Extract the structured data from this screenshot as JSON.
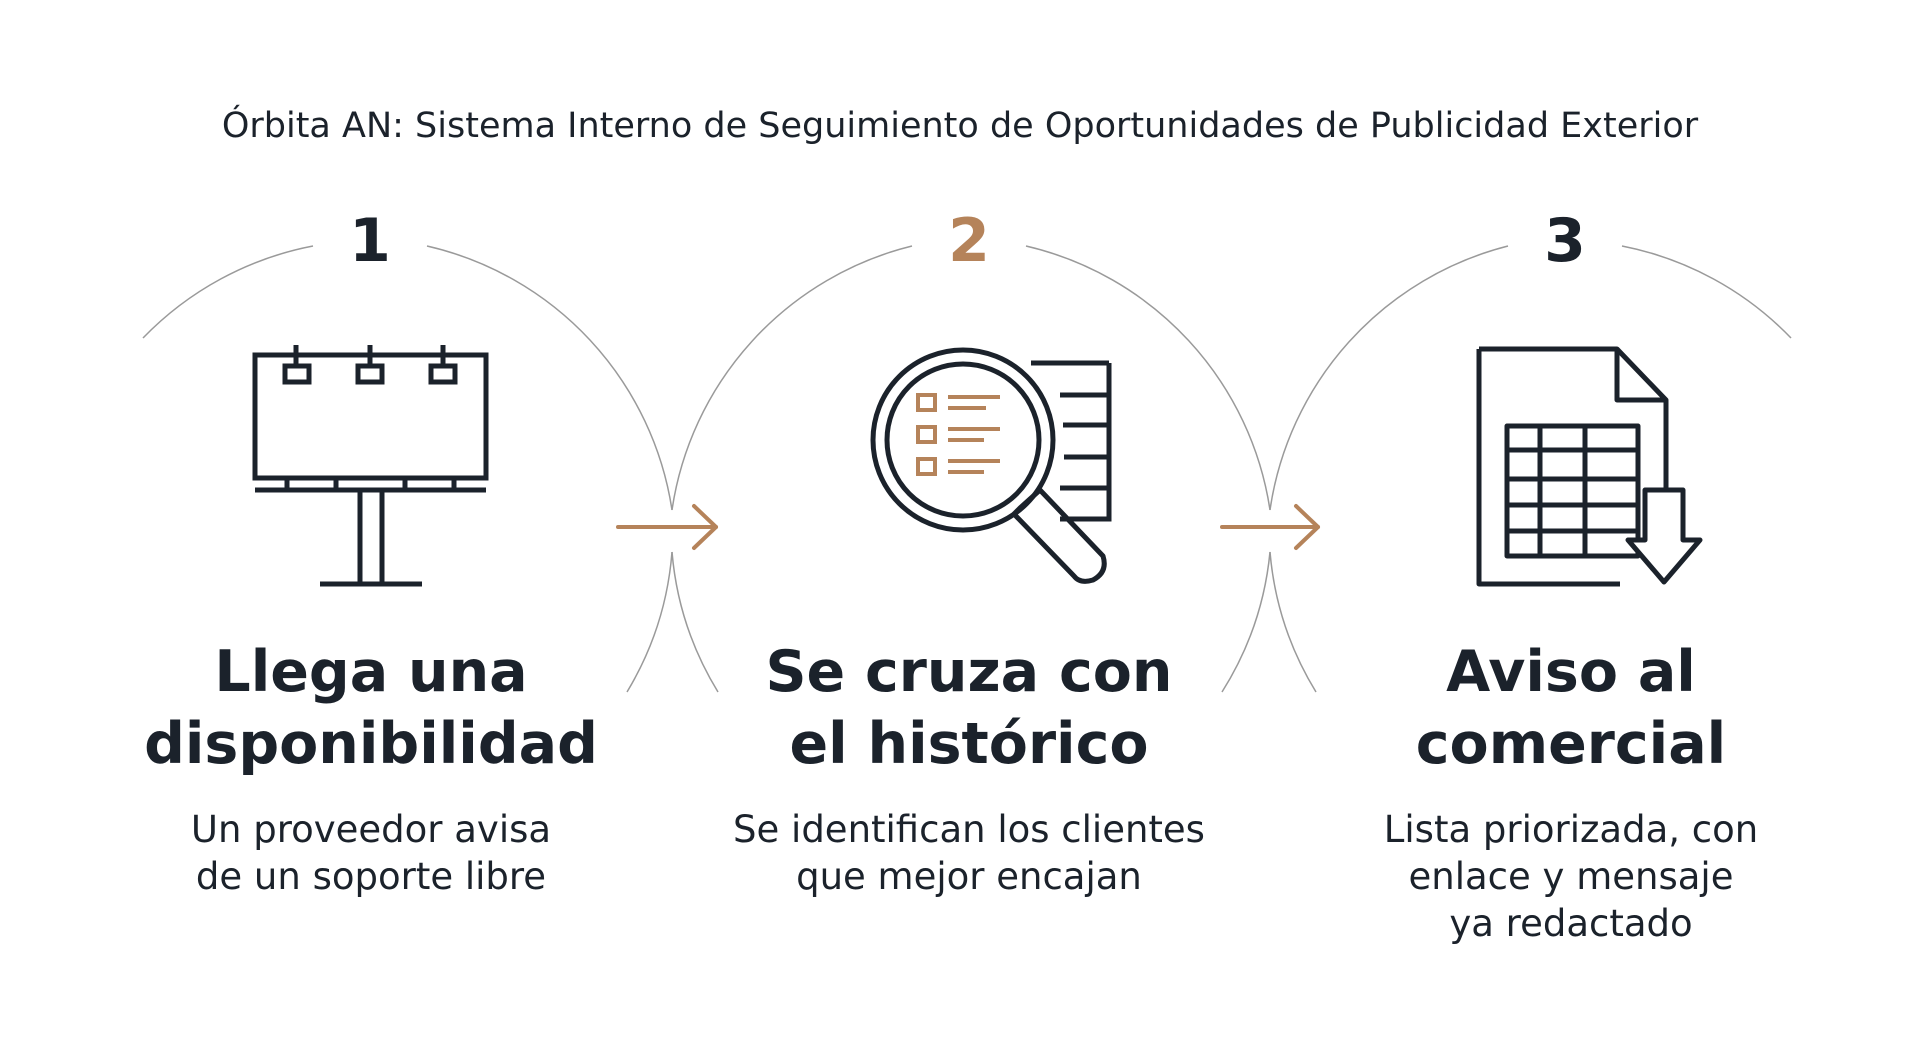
{
  "title": "Órbita AN: Sistema Interno de Seguimiento de Oportunidades de Publicidad Exterior",
  "colors": {
    "dark": "#1b222b",
    "accent": "#b5835a",
    "arc": "#9a9a9a"
  },
  "steps": [
    {
      "number": "1",
      "icon": "billboard-icon",
      "heading": [
        "Llega una",
        "disponibilidad"
      ],
      "description": [
        "Un proveedor avisa",
        "de un soporte libre"
      ]
    },
    {
      "number": "2",
      "icon": "magnifier-list-icon",
      "heading": [
        "Se cruza con",
        "el histórico"
      ],
      "description": [
        "Se identifican los clientes",
        "que mejor encajan"
      ]
    },
    {
      "number": "3",
      "icon": "spreadsheet-download-icon",
      "heading": [
        "Aviso al",
        "comercial"
      ],
      "description": [
        "Lista priorizada, con",
        "enlace y mensaje",
        "ya redactado"
      ]
    }
  ]
}
